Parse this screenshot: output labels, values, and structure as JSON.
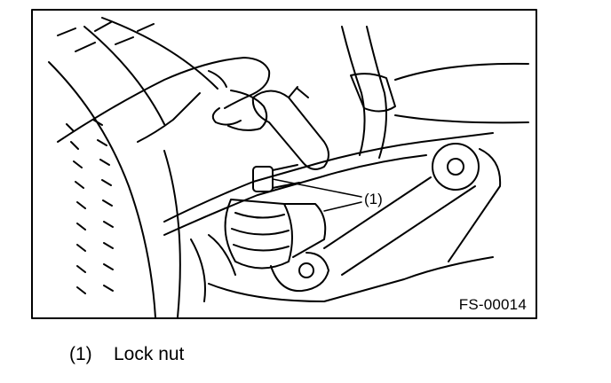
{
  "figure": {
    "code": "FS-00014",
    "callout": "(1)"
  },
  "legend": [
    {
      "number": "(1)",
      "label": "Lock nut"
    }
  ]
}
